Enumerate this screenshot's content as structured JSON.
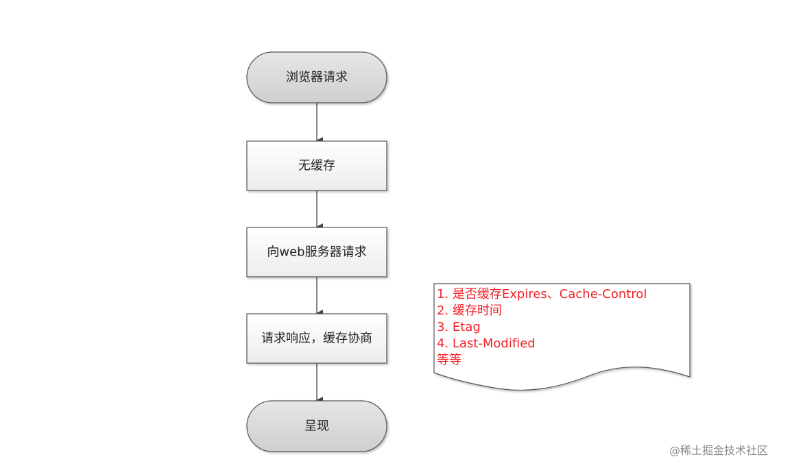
{
  "diagram": {
    "nodes": [
      {
        "id": "start",
        "label": "浏览器请求"
      },
      {
        "id": "no-cache",
        "label": "无缓存"
      },
      {
        "id": "request-server",
        "label": "向web服务器请求"
      },
      {
        "id": "response",
        "label": "请求响应，缓存协商"
      },
      {
        "id": "render",
        "label": "呈现"
      }
    ],
    "note": {
      "lines": [
        "1. 是否缓存Expires、Cache-Control",
        "2. 缓存时间",
        "3. Etag",
        "4. Last-Modified",
        "等等"
      ]
    }
  },
  "watermark": "@稀土掘金技术社区",
  "colors": {
    "terminal_fill": "#d9d9d9",
    "process_fill": "#f3f3f3",
    "stroke": "#555555",
    "note_text": "#f21f25"
  }
}
